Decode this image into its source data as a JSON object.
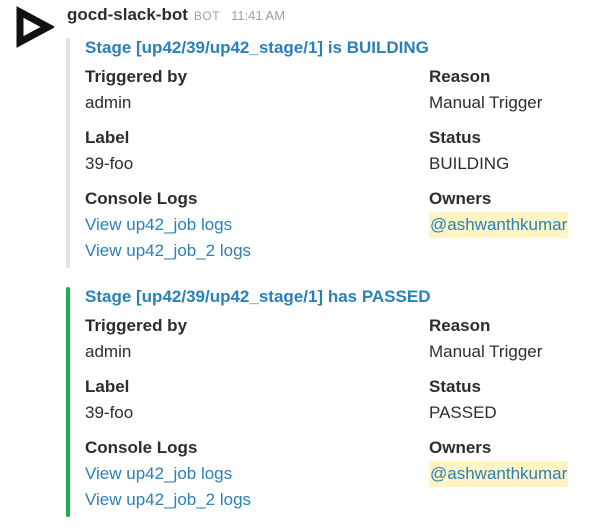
{
  "message": {
    "bot_name": "gocd-slack-bot",
    "badge": "BOT",
    "time": "11:41 AM",
    "avatar_icon": "gocd-play-icon"
  },
  "colors": {
    "link": "#2a80b9",
    "building_bar": "#e3e3e3",
    "passed_bar": "#1ab14a",
    "mention_bg": "#fff5c4"
  },
  "attachments": [
    {
      "title": "Stage [up42/39/up42_stage/1] is BUILDING",
      "fields": {
        "triggered_by": {
          "title": "Triggered by",
          "value": "admin"
        },
        "reason": {
          "title": "Reason",
          "value": "Manual Trigger"
        },
        "label": {
          "title": "Label",
          "value": "39-foo"
        },
        "status": {
          "title": "Status",
          "value": "BUILDING"
        },
        "console_logs": {
          "title": "Console Logs",
          "links": [
            "View up42_job logs",
            "View up42_job_2 logs"
          ]
        },
        "owners": {
          "title": "Owners",
          "value": "@ashwanthkumar"
        }
      }
    },
    {
      "title": "Stage [up42/39/up42_stage/1] has PASSED",
      "fields": {
        "triggered_by": {
          "title": "Triggered by",
          "value": "admin"
        },
        "reason": {
          "title": "Reason",
          "value": "Manual Trigger"
        },
        "label": {
          "title": "Label",
          "value": "39-foo"
        },
        "status": {
          "title": "Status",
          "value": "PASSED"
        },
        "console_logs": {
          "title": "Console Logs",
          "links": [
            "View up42_job logs",
            "View up42_job_2 logs"
          ]
        },
        "owners": {
          "title": "Owners",
          "value": "@ashwanthkumar"
        }
      }
    }
  ]
}
